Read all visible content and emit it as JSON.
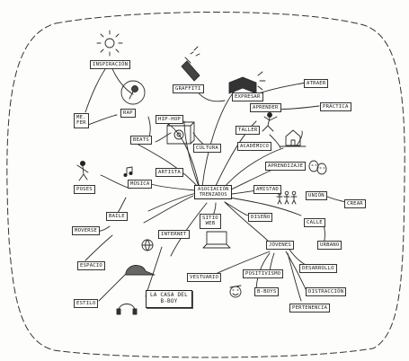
{
  "map": {
    "center": [
      "Asociación",
      "Trenzados"
    ],
    "footer": [
      "La casa del",
      "B-boy"
    ],
    "nodes": {
      "inspiracion": "Inspiración",
      "graffiti": "Graffiti",
      "rap": "Rap",
      "me_fer": [
        "Me.",
        "Fer"
      ],
      "hip_hop": "Hip-Hop",
      "beats": "Beats",
      "cultura": "Cultura",
      "expresar": "Expresar",
      "atraer": "Atraer",
      "aprender": "Aprender",
      "practica": "Práctica",
      "taller": "Taller",
      "academico": "Académico",
      "aprendizaje": "Aprendizaje",
      "amistad": "Amistad",
      "union": "Unión",
      "crear": "Crear",
      "calle": "Calle",
      "urbano": "Urbano",
      "jovenes": "Jóvenes",
      "desarrollo": "Desarrollo",
      "distraccion": "Distracción",
      "pertenencia": "Pertenencia",
      "b_boys": "B-boys",
      "positivismo": "Positivismo",
      "vestuario": "Vestuario",
      "diseno": "Diseño",
      "sitio_web": [
        "Sitio",
        "Web"
      ],
      "internet": "Internet",
      "artista": "Artista",
      "musica": "Música",
      "poses": "Poses",
      "baile": "Baile",
      "moverse": "Moverse",
      "espacio": "Espacio",
      "estilo": "Estilo"
    }
  }
}
